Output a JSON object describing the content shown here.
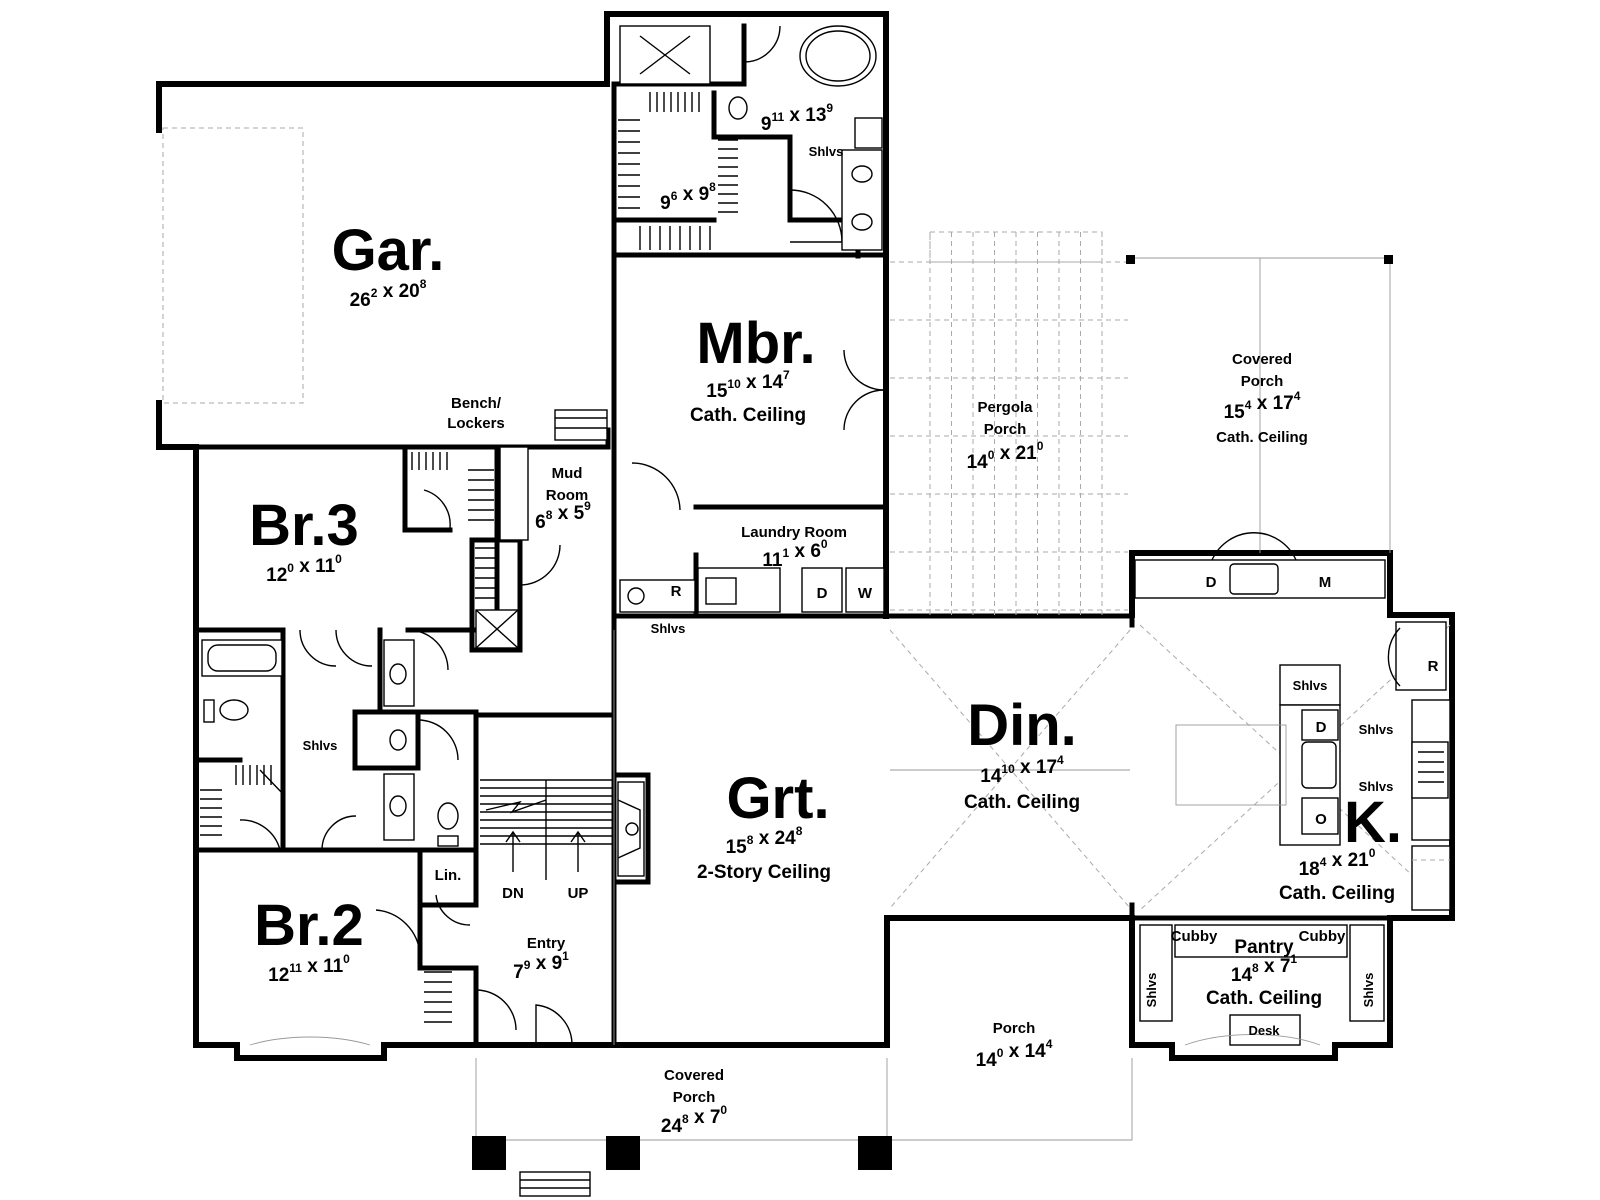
{
  "plan_title": "",
  "rooms": [
    {
      "id": "garage",
      "label": "Gar.",
      "dims": [
        "26",
        "2",
        "20",
        "8"
      ]
    },
    {
      "id": "master-bedroom",
      "label": "Mbr.",
      "dims": [
        "15",
        "10",
        "14",
        "7"
      ],
      "note": "Cath. Ceiling"
    },
    {
      "id": "master-bath",
      "dims": [
        "9",
        "11",
        "13",
        "9"
      ]
    },
    {
      "id": "master-closet",
      "dims": [
        "9",
        "6",
        "9",
        "8"
      ]
    },
    {
      "id": "bedroom-3",
      "label": "Br.3",
      "dims": [
        "12",
        "0",
        "11",
        "0"
      ]
    },
    {
      "id": "bedroom-2",
      "label": "Br.2",
      "dims": [
        "12",
        "11",
        "11",
        "0"
      ]
    },
    {
      "id": "mud-room",
      "label_lines": [
        "Mud",
        "Room"
      ],
      "dims": [
        "6",
        "8",
        "5",
        "9"
      ]
    },
    {
      "id": "laundry-room",
      "label": "Laundry Room",
      "dims": [
        "11",
        "1",
        "6",
        "0"
      ]
    },
    {
      "id": "great-room",
      "label": "Grt.",
      "dims": [
        "15",
        "8",
        "24",
        "8"
      ],
      "note": "2-Story Ceiling"
    },
    {
      "id": "dining",
      "label": "Din.",
      "dims": [
        "14",
        "10",
        "17",
        "4"
      ],
      "note": "Cath. Ceiling"
    },
    {
      "id": "kitchen",
      "label": "K.",
      "dims": [
        "18",
        "4",
        "21",
        "0"
      ],
      "note": "Cath. Ceiling"
    },
    {
      "id": "pantry",
      "label": "Pantry",
      "dims": [
        "14",
        "8",
        "7",
        "1"
      ],
      "note": "Cath. Ceiling"
    },
    {
      "id": "entry",
      "label": "Entry",
      "dims": [
        "7",
        "9",
        "9",
        "1"
      ]
    },
    {
      "id": "pergola-porch",
      "label_lines": [
        "Pergola",
        "Porch"
      ],
      "dims": [
        "14",
        "0",
        "21",
        "0"
      ]
    },
    {
      "id": "covered-porch-rear",
      "label_lines": [
        "Covered",
        "Porch"
      ],
      "dims": [
        "15",
        "4",
        "17",
        "4"
      ],
      "note": "Cath. Ceiling"
    },
    {
      "id": "covered-porch-front",
      "label_lines": [
        "Covered",
        "Porch"
      ],
      "dims": [
        "24",
        "8",
        "7",
        "0"
      ]
    },
    {
      "id": "front-porch",
      "label": "Porch",
      "dims": [
        "14",
        "0",
        "14",
        "4"
      ]
    }
  ],
  "labels": {
    "bench_lockers": [
      "Bench/",
      "Lockers"
    ],
    "shlvs": "Shlvs",
    "lin": "Lin.",
    "dn": "DN",
    "up": "UP",
    "cubby": "Cubby",
    "desk": "Desk",
    "times": "x"
  },
  "appliances": {
    "refrigerator": "R",
    "dishwasher": "D",
    "microwave": "M",
    "oven": "O",
    "dryer": "D",
    "washer": "W"
  }
}
